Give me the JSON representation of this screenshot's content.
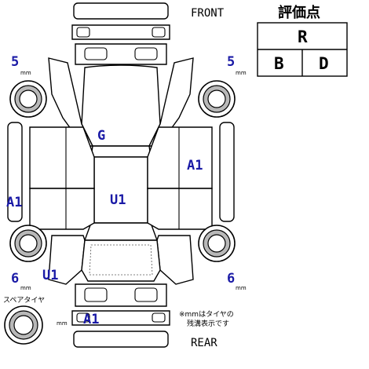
{
  "labels": {
    "front": "FRONT",
    "rear": "REAR",
    "mm": "mm",
    "spare_tire": "スペアタイヤ",
    "note_line1": "※mmはタイヤの",
    "note_line2": "残溝表示です"
  },
  "grade": {
    "title": "評価点",
    "overall": "R",
    "exterior": "B",
    "interior": "D"
  },
  "tire_depths": {
    "front_left": "5",
    "front_right": "5",
    "rear_left": "6",
    "rear_right": "6"
  },
  "damage_codes": {
    "hood": "G",
    "roof": "U1",
    "right_doors": "A1",
    "left_side": "A1",
    "left_rear_quarter": "U1",
    "rear_bumper": "A1"
  }
}
